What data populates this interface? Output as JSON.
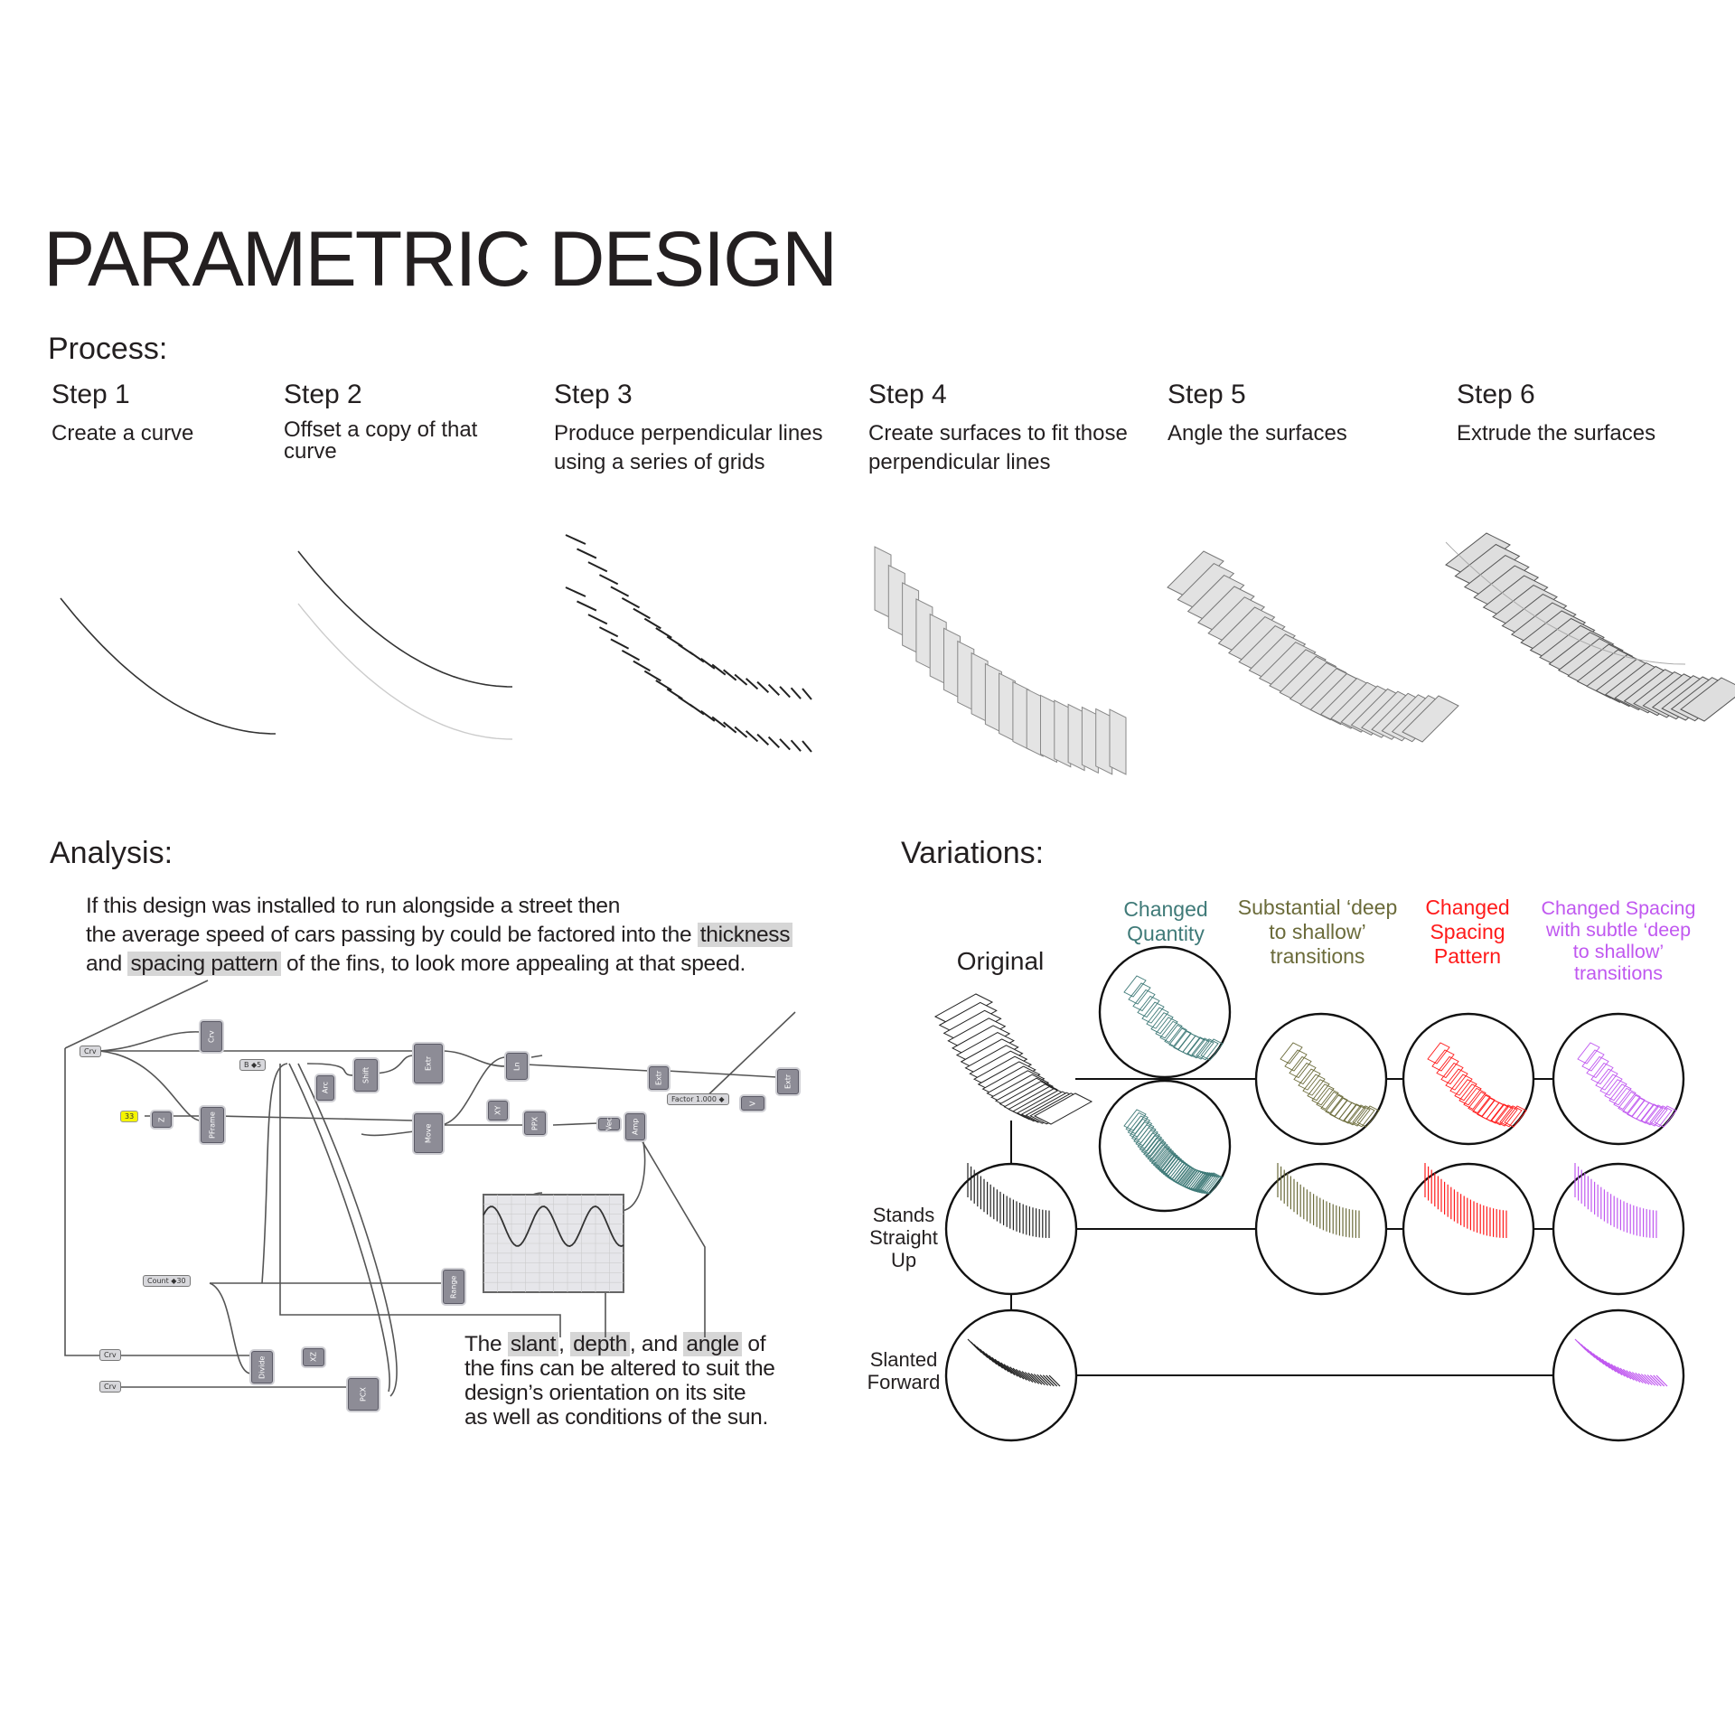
{
  "title": "PARAMETRIC DESIGN",
  "process": {
    "heading": "Process:",
    "steps": [
      {
        "title": "Step 1",
        "desc": "Create a curve"
      },
      {
        "title": "Step 2",
        "desc": "Offset a copy of that curve"
      },
      {
        "title": "Step 3",
        "desc": "Produce perpendicular lines using a series of grids"
      },
      {
        "title": "Step 4",
        "desc": "Create surfaces to fit those perpendicular lines"
      },
      {
        "title": "Step 5",
        "desc": "Angle the surfaces"
      },
      {
        "title": "Step 6",
        "desc": "Extrude the surfaces"
      }
    ]
  },
  "analysis": {
    "heading": "Analysis:",
    "para1": {
      "line1": "If this design was installed to run alongside a street then",
      "line2a": "the average speed of cars passing by could be factored into the ",
      "hl1": "thickness",
      "line3a": "and ",
      "hl2": "spacing pattern",
      "line3b": " of the fins, to look more appealing at that speed."
    },
    "para2": {
      "a": "The ",
      "hl1": "slant",
      "b": ", ",
      "hl2": "depth",
      "c": ", and ",
      "hl3": "angle",
      "d": " of",
      "line2": "the fins can be altered to suit the",
      "line3": "design’s orientation on its site",
      "line4": "as well as conditions of the sun."
    },
    "graph": {
      "nodes": [
        "Crv",
        "Extr",
        "PFrame",
        "Ln",
        "Shift",
        "Arc",
        "Move",
        "Z",
        "PFrame",
        "XY",
        "PPX",
        "Vec",
        "Amp",
        "Extr",
        "Extr",
        "V",
        "Range",
        "Divide",
        "XZ",
        "PCX"
      ],
      "params": {
        "crv": "Crv",
        "slider_b": "B  ◆5",
        "panel": "33",
        "count": "Count  ◆30",
        "factor": "Factor  1.000 ◆"
      }
    }
  },
  "variations": {
    "heading": "Variations:",
    "original": "Original",
    "columns": [
      {
        "label": "Changed Quantity",
        "color": "#3f7a78"
      },
      {
        "label": "Substantial ‘deep to shallow’ transitions",
        "color": "#6b6b3a"
      },
      {
        "label": "Changed Spacing Pattern",
        "color": "#ff1a1a"
      },
      {
        "label": "Changed Spacing with subtle ‘deep to shallow’ transitions",
        "color": "#c058f0"
      }
    ],
    "rows": [
      {
        "label": "Stands Straight Up"
      },
      {
        "label": "Slanted Forward"
      }
    ]
  }
}
